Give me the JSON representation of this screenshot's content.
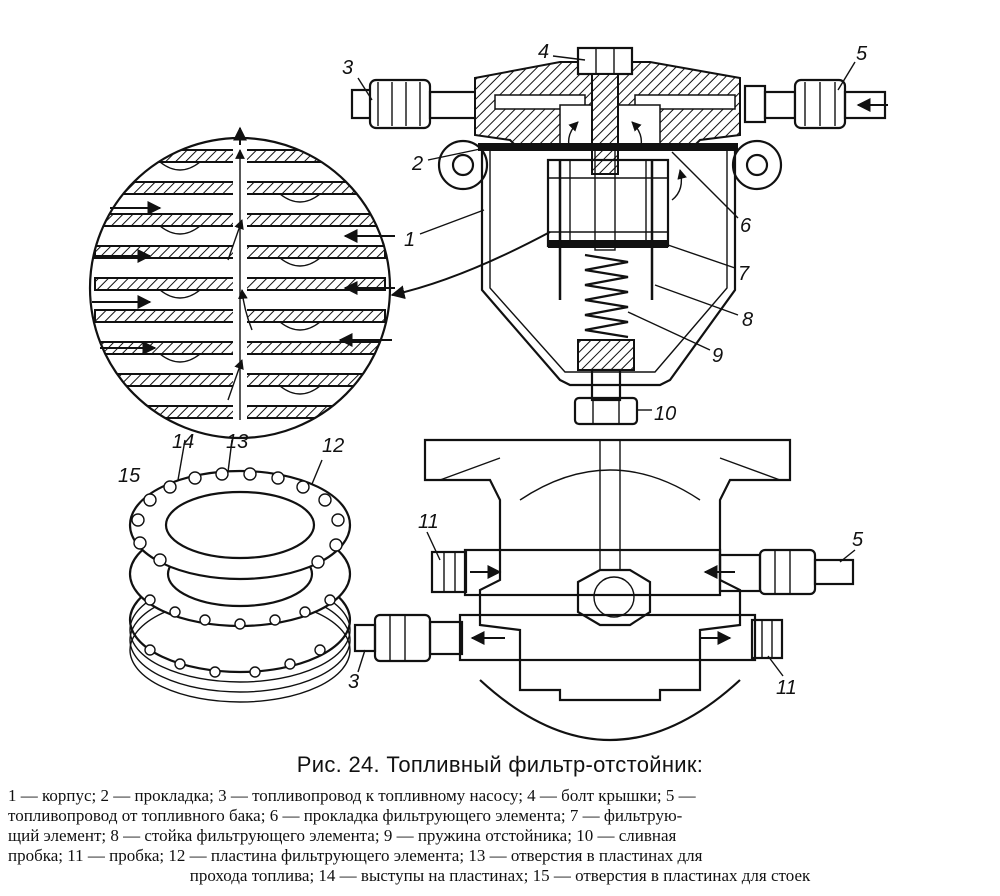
{
  "figure": {
    "labels": {
      "l1": "1",
      "l2": "2",
      "l3": "3",
      "l4": "4",
      "l5": "5",
      "l6": "6",
      "l7": "7",
      "l8": "8",
      "l9": "9",
      "l10": "10",
      "l11": "11",
      "l12": "12",
      "l13": "13",
      "l14": "14",
      "l15": "15",
      "b3": "3",
      "b5": "5",
      "b11a": "11",
      "b11b": "11"
    }
  },
  "caption": {
    "title": "Рис. 24. Топливный фильтр-отстойник:",
    "lines": [
      "1 — корпус; 2 — прокладка; 3 — топливопровод к топливному насосу; 4 — болт крышки; 5 —",
      "топливопровод от топливного бака; 6 — прокладка фильтрующего элемента; 7 — фильтрую-",
      "щий элемент; 8 — стойка фильтрующего элемента; 9 — пружина отстойника; 10 — сливная",
      "пробка; 11 — пробка; 12 — пластина фильтрующего элемента; 13 — отверстия в пластинах для",
      "прохода топлива; 14 — выступы на пластинах; 15 — отверстия в пластинах для стоек"
    ]
  }
}
